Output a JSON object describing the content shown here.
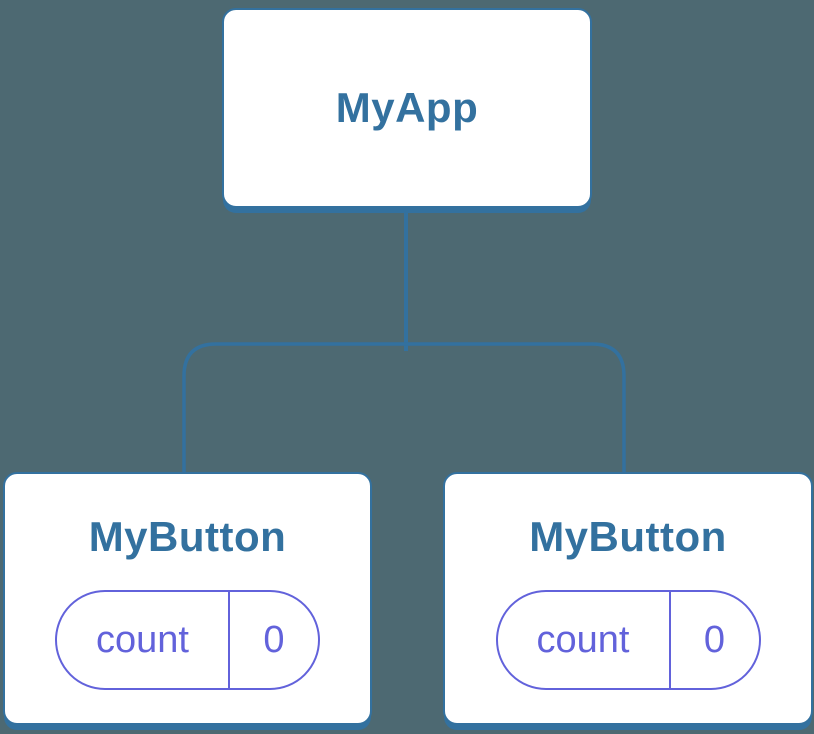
{
  "diagram": {
    "type": "component-tree",
    "background_color": "#4D6972",
    "node_background_color": "#FFFFFF",
    "node_border_color": "#33719F",
    "node_title_color": "#33719F",
    "connector_color": "#33719F",
    "state_pill_color": "#6262DB",
    "root_node": {
      "label": "MyApp"
    },
    "child_nodes": [
      {
        "label": "MyButton",
        "state": {
          "name": "count",
          "value": "0"
        }
      },
      {
        "label": "MyButton",
        "state": {
          "name": "count",
          "value": "0"
        }
      }
    ]
  }
}
